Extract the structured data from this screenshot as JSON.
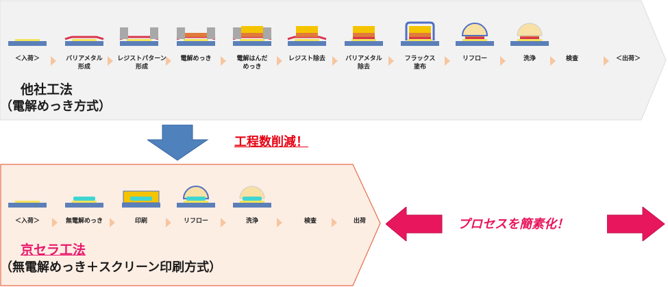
{
  "other": {
    "title": "他社工法",
    "subtitle": "（電解めっき方式）",
    "steps": [
      "＜入荷＞",
      "バリアメタル\n形成",
      "レジストパターン\n形成",
      "電解めっき",
      "電解はんだ\nめっき",
      "レジスト除去",
      "バリアメタル\n除去",
      "フラックス\n塗布",
      "リフロー",
      "洗浄",
      "検査",
      "＜出荷＞"
    ]
  },
  "kyocera": {
    "title": "京セラ工法",
    "subtitle": "（無電解めっき＋スクリーン印刷方式）",
    "steps": [
      "＜入荷＞",
      "無電解めっき",
      "印刷",
      "リフロー",
      "洗浄",
      "検査",
      "出荷"
    ]
  },
  "callouts": {
    "reduction": "工程数削減！",
    "simplify": "プロセスを簡素化！"
  },
  "colors": {
    "top_panel_bg": "#f2f2f2",
    "bottom_panel_bg": "#fdeee4",
    "bottom_panel_border": "#e46c4a",
    "down_arrow": "#4f81bd",
    "pink_arrow": "#e8175d",
    "reduction_text": "#e60012",
    "kyocera_title": "#e8176b",
    "chevron": "#f7c59f",
    "substrate": "#5b7fb8",
    "pad": "#f2e35a",
    "barrier": "#d9344a",
    "resist": "#a8a8a8",
    "copper": "#e07b39",
    "solder": "#f5c400",
    "nickel": "#3fd6d2",
    "ball": "#f8e1a4"
  }
}
